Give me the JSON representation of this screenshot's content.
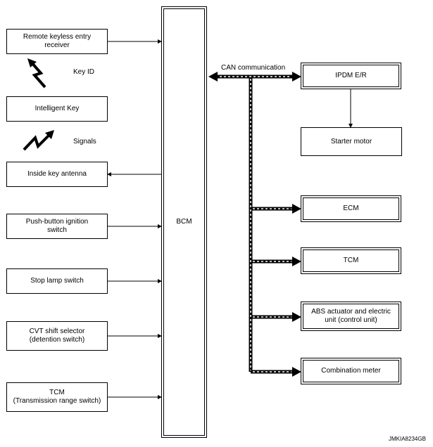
{
  "left_boxes": {
    "remote_keyless": "Remote keyless entry\nreceiver",
    "intelligent_key": "Intelligent Key",
    "inside_antenna": "Inside key antenna",
    "push_button": "Push-button ignition\nswitch",
    "stop_lamp": "Stop lamp switch",
    "cvt_selector": "CVT shift selector\n(detention switch)",
    "tcm_range": "TCM\n(Transmission range switch)"
  },
  "labels": {
    "key_id": "Key ID",
    "signals": "Signals",
    "can": "CAN communication"
  },
  "bcm": "BCM",
  "right_boxes": {
    "ipdm": "IPDM E/R",
    "starter": "Starter motor",
    "ecm": "ECM",
    "tcm": "TCM",
    "abs": "ABS actuator and electric\nunit (control unit)",
    "combination_meter": "Combination meter"
  },
  "figure_id": "JMKIA8234GB"
}
